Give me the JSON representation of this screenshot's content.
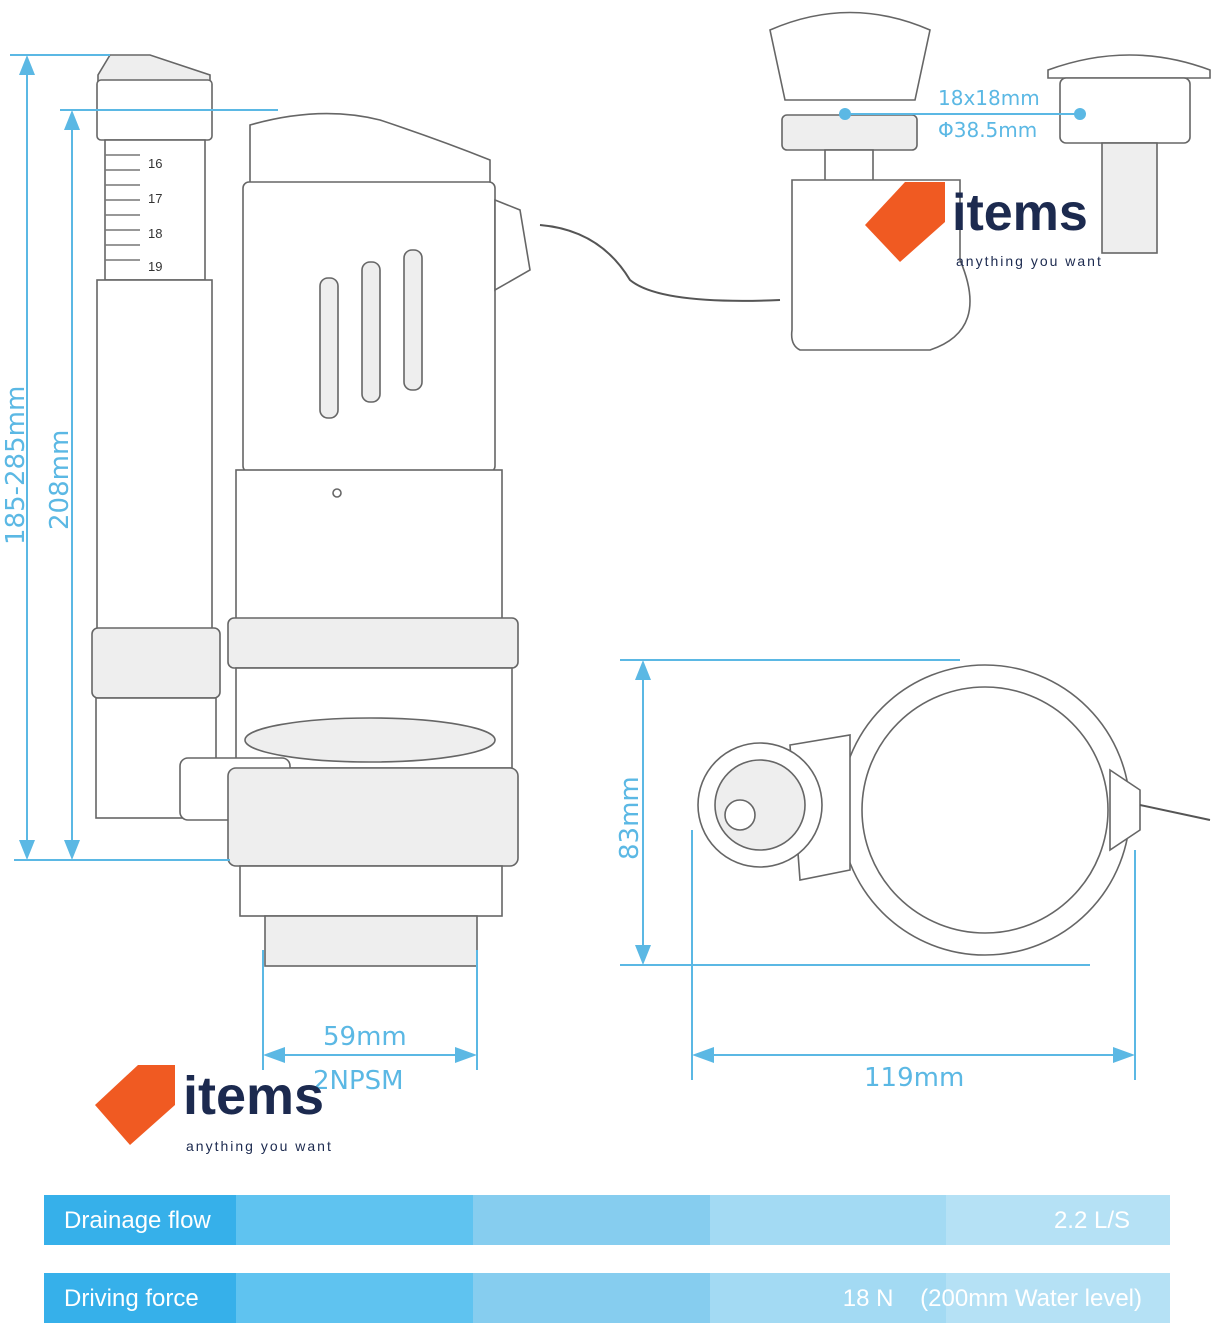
{
  "dimensions": {
    "total_height": "185-285mm",
    "body_height": "208mm",
    "thread_width": "59mm",
    "thread_type": "2NPSM",
    "flapper_height": "83mm",
    "flapper_width": "119mm",
    "button_square": "18x18mm",
    "button_diameter": "Φ38.5mm"
  },
  "scale_marks": [
    "16",
    "17",
    "18",
    "19"
  ],
  "watermark": {
    "brand": "items",
    "tagline": "anything you want",
    "brand_color": "#f05a22",
    "text_color": "#1c2a4f"
  },
  "specs": [
    {
      "label": "Drainage flow",
      "value": "2.2 L/S"
    },
    {
      "label": "Driving force",
      "value": "18 N    (200mm Water level)"
    }
  ],
  "colors": {
    "dimension": "#5bb8e4",
    "bar_dark": "#36b0ea",
    "bar_light": "#b5e1f5"
  }
}
